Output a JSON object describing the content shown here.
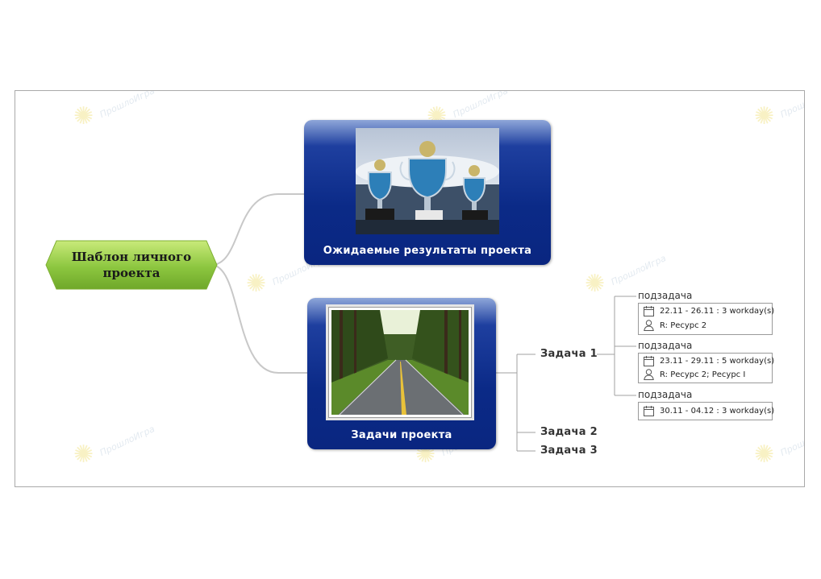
{
  "root": {
    "line1": "Шаблон личного",
    "line2": "проекта"
  },
  "topics": [
    {
      "title": "Ожидаемые результаты проекта",
      "image": "trophy-cups-photo"
    },
    {
      "title": "Задачи проекта",
      "image": "forest-road-photo"
    }
  ],
  "tasks": [
    "Задача 1",
    "Задача 2",
    "Задача 3"
  ],
  "subtasks": [
    {
      "label": "подзадача",
      "dates": "22.11 - 26.11 : 3 workday(s)",
      "resource": "R: Ресурс 2"
    },
    {
      "label": "подзадача",
      "dates": "23.11 - 29.11 : 5 workday(s)",
      "resource": "R: Ресурс 2; Ресурс  I"
    },
    {
      "label": "подзадача",
      "dates": "30.11 - 04.12 : 3 workday(s)"
    }
  ],
  "watermark_text": "ПрошлоИгра",
  "colors": {
    "topic_blue": "#0b2a87",
    "root_green": "#8cc63f",
    "connector": "#c8c8c8"
  }
}
